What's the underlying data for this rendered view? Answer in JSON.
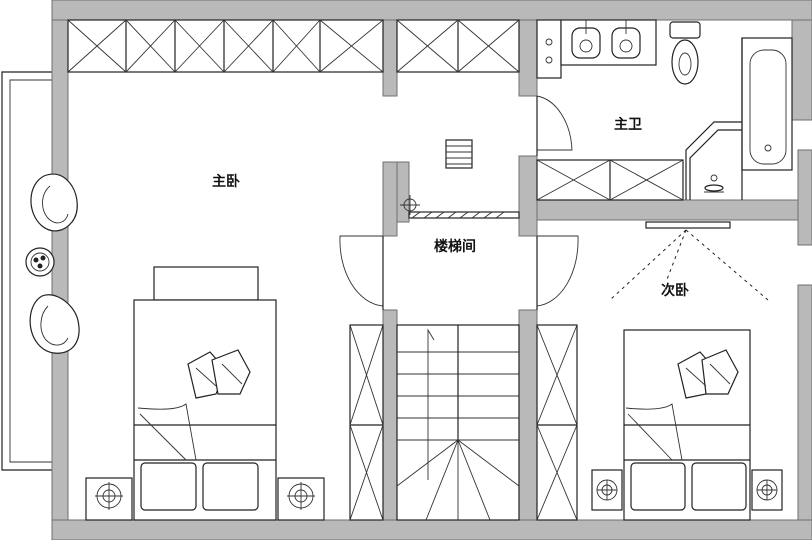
{
  "rooms": {
    "master_bedroom": "主卧",
    "master_bathroom": "主卫",
    "stairwell": "楼梯间",
    "second_bedroom": "次卧"
  },
  "colors": {
    "wall_fill": "#b9b9b9",
    "line": "#222222",
    "background": "#ffffff"
  }
}
